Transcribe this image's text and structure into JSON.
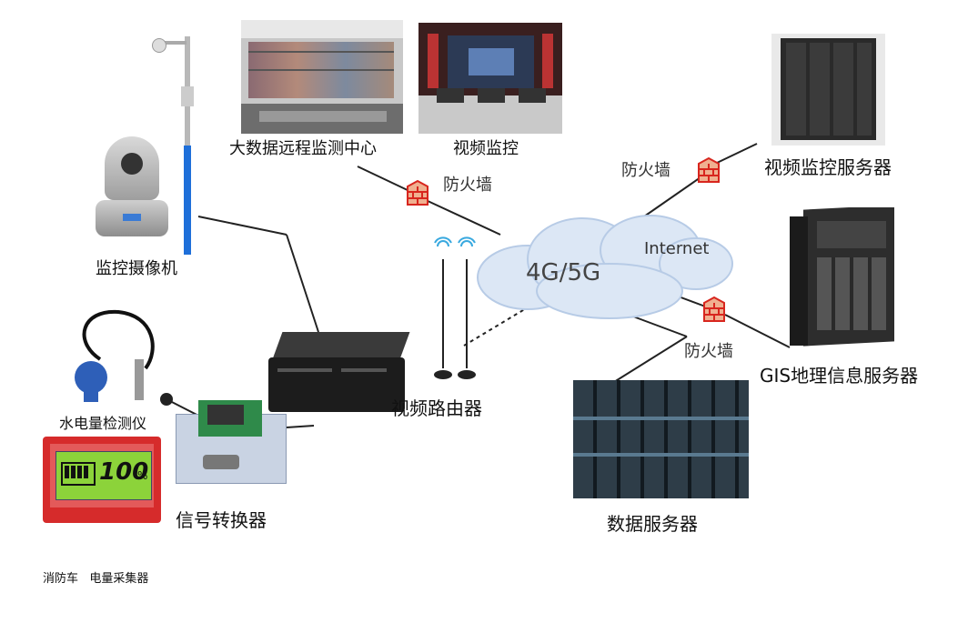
{
  "cloud": {
    "main_label": "4G/5G",
    "internet_label": "Internet"
  },
  "nodes": {
    "bigdata_center": "大数据远程监测中心",
    "video_monitor": "视频监控",
    "video_server": "视频监控服务器",
    "gis_server": "GIS地理信息服务器",
    "data_server": "数据服务器",
    "camera": "监控摄像机",
    "router": "视频路由器",
    "hydro_meter": "水电量检测仪",
    "converter": "信号转换器",
    "collector_caption": "消防车   电量采集器"
  },
  "firewall_label": "防火墙",
  "display": {
    "percent": "100",
    "unit": "%"
  },
  "colors": {
    "cloud": "#dce7f5",
    "firewall_red": "#d8261e",
    "brick": "#f0b090",
    "accent_blue": "#1e6fd9",
    "display_green": "#8cd33a",
    "display_red": "#d62b2b"
  }
}
